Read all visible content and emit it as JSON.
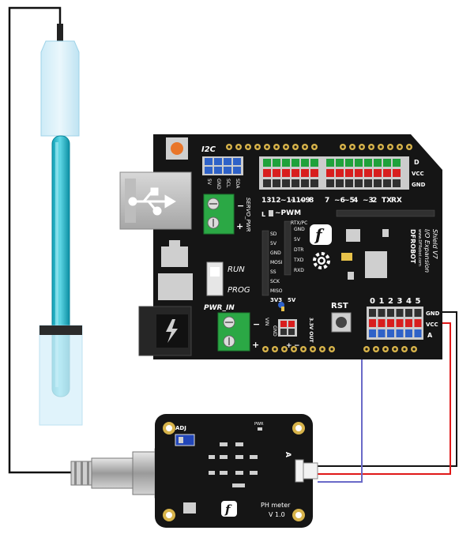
{
  "board": {
    "i2c": "I2C",
    "i2c_pins": [
      "5V",
      "GND",
      "SCL",
      "SDA"
    ],
    "digital_rows": [
      "D",
      "VCC",
      "GND"
    ],
    "digital_pins": [
      "13",
      "12",
      "~11",
      "~10",
      "~9",
      "8",
      "7",
      "~6",
      "~5",
      "4",
      "~3",
      "2",
      "TX",
      "RX"
    ],
    "servo_pwr": "SERVO_PWR",
    "led_l": "L",
    "pwm": "~PWM",
    "rtx_label": "RTX/PC",
    "spi_pins": [
      "SD",
      "5V",
      "GND",
      "MOSI",
      "SS",
      "SCK",
      "MISO"
    ],
    "uart_pins": [
      "GND",
      "5V",
      "DTR",
      "TXD",
      "RXD"
    ],
    "run": "RUN",
    "prog": "PROG",
    "v33": "3V3",
    "v5": "5V",
    "pwr_in": "PWR_IN",
    "vin": "VIN",
    "gnd": "GND",
    "v33_out": "3.3V OUT",
    "rst": "RST",
    "analog_pins": [
      "0",
      "1",
      "2",
      "3",
      "4",
      "5"
    ],
    "analog_rows": [
      "GND",
      "VCC",
      "A"
    ],
    "brand": "DFROBOT",
    "brand_url": "www.DFRobot.com",
    "shield_title": "I/O Expansion",
    "shield_version": "Shield V7"
  },
  "module": {
    "adj": "ADJ",
    "pwr": "PWR",
    "connector": "A",
    "name": "PH meter",
    "version": "V 1.0"
  },
  "colors": {
    "board": "#151515",
    "header_red": "#d81e1e",
    "header_green": "#1fa23b",
    "header_blue": "#2f62c8",
    "terminal_green": "#2ba845",
    "probe_cyan": "#19b8cc",
    "wire_red": "#e01818",
    "wire_blue": "#6a6ac8",
    "wire_black": "#111111"
  }
}
